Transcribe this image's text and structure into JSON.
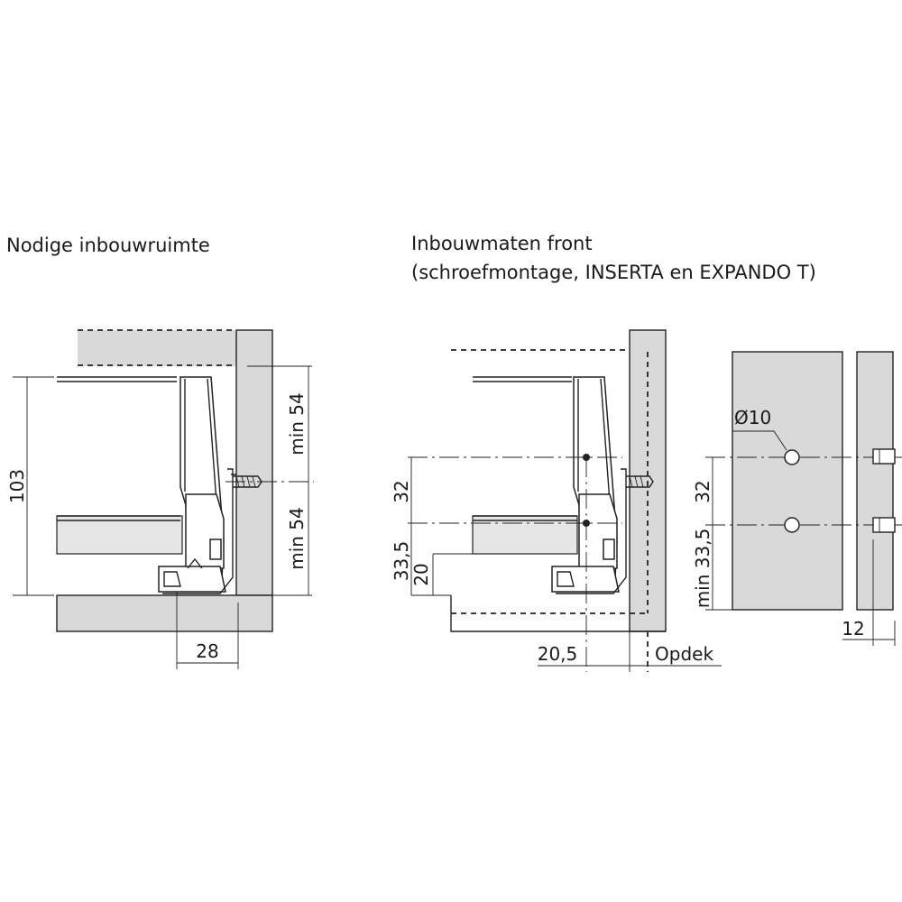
{
  "left": {
    "title": "Nodige inbouwruimte",
    "dim_height": "103",
    "dim_upper": "min 54",
    "dim_lower": "min 54",
    "dim_depth": "28"
  },
  "right": {
    "title": "Inbouwmaten front",
    "subtitle": "(schroefmontage, INSERTA en EXPANDO T)",
    "dim_32": "32",
    "dim_33_5": "33,5",
    "dim_20": "20",
    "dim_20_5": "20,5",
    "opdek": "Opdek",
    "dim_32_right": "32",
    "dim_min_33_5": "min 33,5",
    "diameter": "Ø10",
    "dim_12": "12"
  }
}
